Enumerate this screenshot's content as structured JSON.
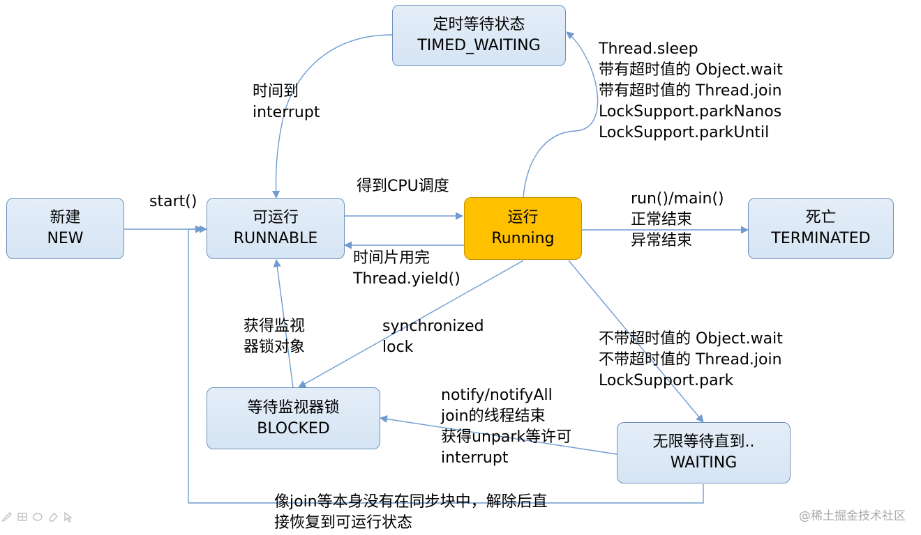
{
  "nodes": {
    "timed_waiting": {
      "cn": "定时等待状态",
      "en": "TIMED_WAITING"
    },
    "new": {
      "cn": "新建",
      "en": "NEW"
    },
    "runnable": {
      "cn": "可运行",
      "en": "RUNNABLE"
    },
    "running": {
      "cn": "运行",
      "en": "Running"
    },
    "terminated": {
      "cn": "死亡",
      "en": "TERMINATED"
    },
    "blocked": {
      "cn": "等待监视器锁",
      "en": "BLOCKED"
    },
    "waiting": {
      "cn": "无限等待直到..",
      "en": "WAITING"
    }
  },
  "edges": {
    "start": "start()",
    "timeout": [
      "时间到",
      "interrupt"
    ],
    "to_timed": [
      "Thread.sleep",
      "带有超时值的 Object.wait",
      "带有超时值的 Thread.join",
      "LockSupport.parkNanos",
      "LockSupport.parkUntil"
    ],
    "cpu": "得到CPU调度",
    "yield": [
      "时间片用完",
      "Thread.yield()"
    ],
    "finish": [
      "run()/main()",
      "正常结束",
      "异常结束"
    ],
    "monitor": [
      "获得监视",
      "器锁对象"
    ],
    "sync": [
      "synchronized",
      "lock"
    ],
    "to_waiting": [
      "不带超时值的 Object.wait",
      "不带超时值的 Thread.join",
      "LockSupport.park"
    ],
    "notify": [
      "notify/notifyAll",
      "join的线程结束",
      "获得unpark等许可",
      "interrupt"
    ],
    "direct": [
      "像join等本身没有在同步块中，解除后直",
      "接恢复到可运行状态"
    ]
  },
  "watermark": "@稀土掘金技术社区",
  "toolbar_icons": [
    "pen-icon",
    "grid-icon",
    "circle-icon",
    "eraser-icon",
    "pointer-icon"
  ],
  "colors": {
    "node_fill": "#dbe7f5",
    "node_border": "#6d8fbd",
    "running_fill": "#ffc000",
    "edge": "#6f9bd1"
  }
}
